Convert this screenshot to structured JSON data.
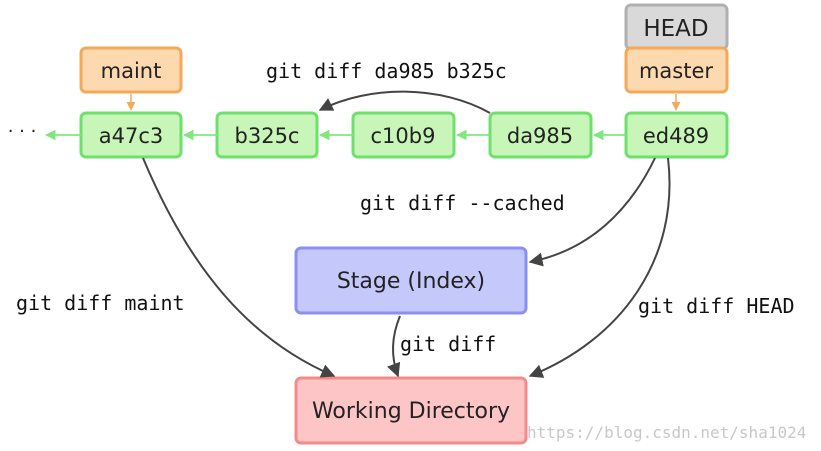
{
  "refs": {
    "head": "HEAD",
    "master": "master",
    "maint": "maint"
  },
  "commits": {
    "a47c3": "a47c3",
    "b325c": "b325c",
    "c10b9": "c10b9",
    "da985": "da985",
    "ed489": "ed489"
  },
  "ellipsis": "· · ·",
  "areas": {
    "stage": "Stage (Index)",
    "working": "Working Directory"
  },
  "commands": {
    "diff_commits": "git diff da985 b325c",
    "diff_cached": "git diff --cached",
    "diff_maint": "git diff maint",
    "diff": "git diff",
    "diff_head": "git diff HEAD"
  },
  "watermark": "https://blog.csdn.net/sha1024",
  "colors": {
    "commit_fill": "#c8f5b8",
    "commit_stroke": "#6ee06e",
    "ref_fill": "#fdd9b0",
    "ref_stroke": "#f5a85a",
    "head_fill": "#d9d9d9",
    "head_stroke": "#aaaaaa",
    "stage_fill": "#c5c8fb",
    "stage_stroke": "#8a8ff5",
    "work_fill": "#fdc5c5",
    "work_stroke": "#f58a8a",
    "arrow": "#444444"
  }
}
